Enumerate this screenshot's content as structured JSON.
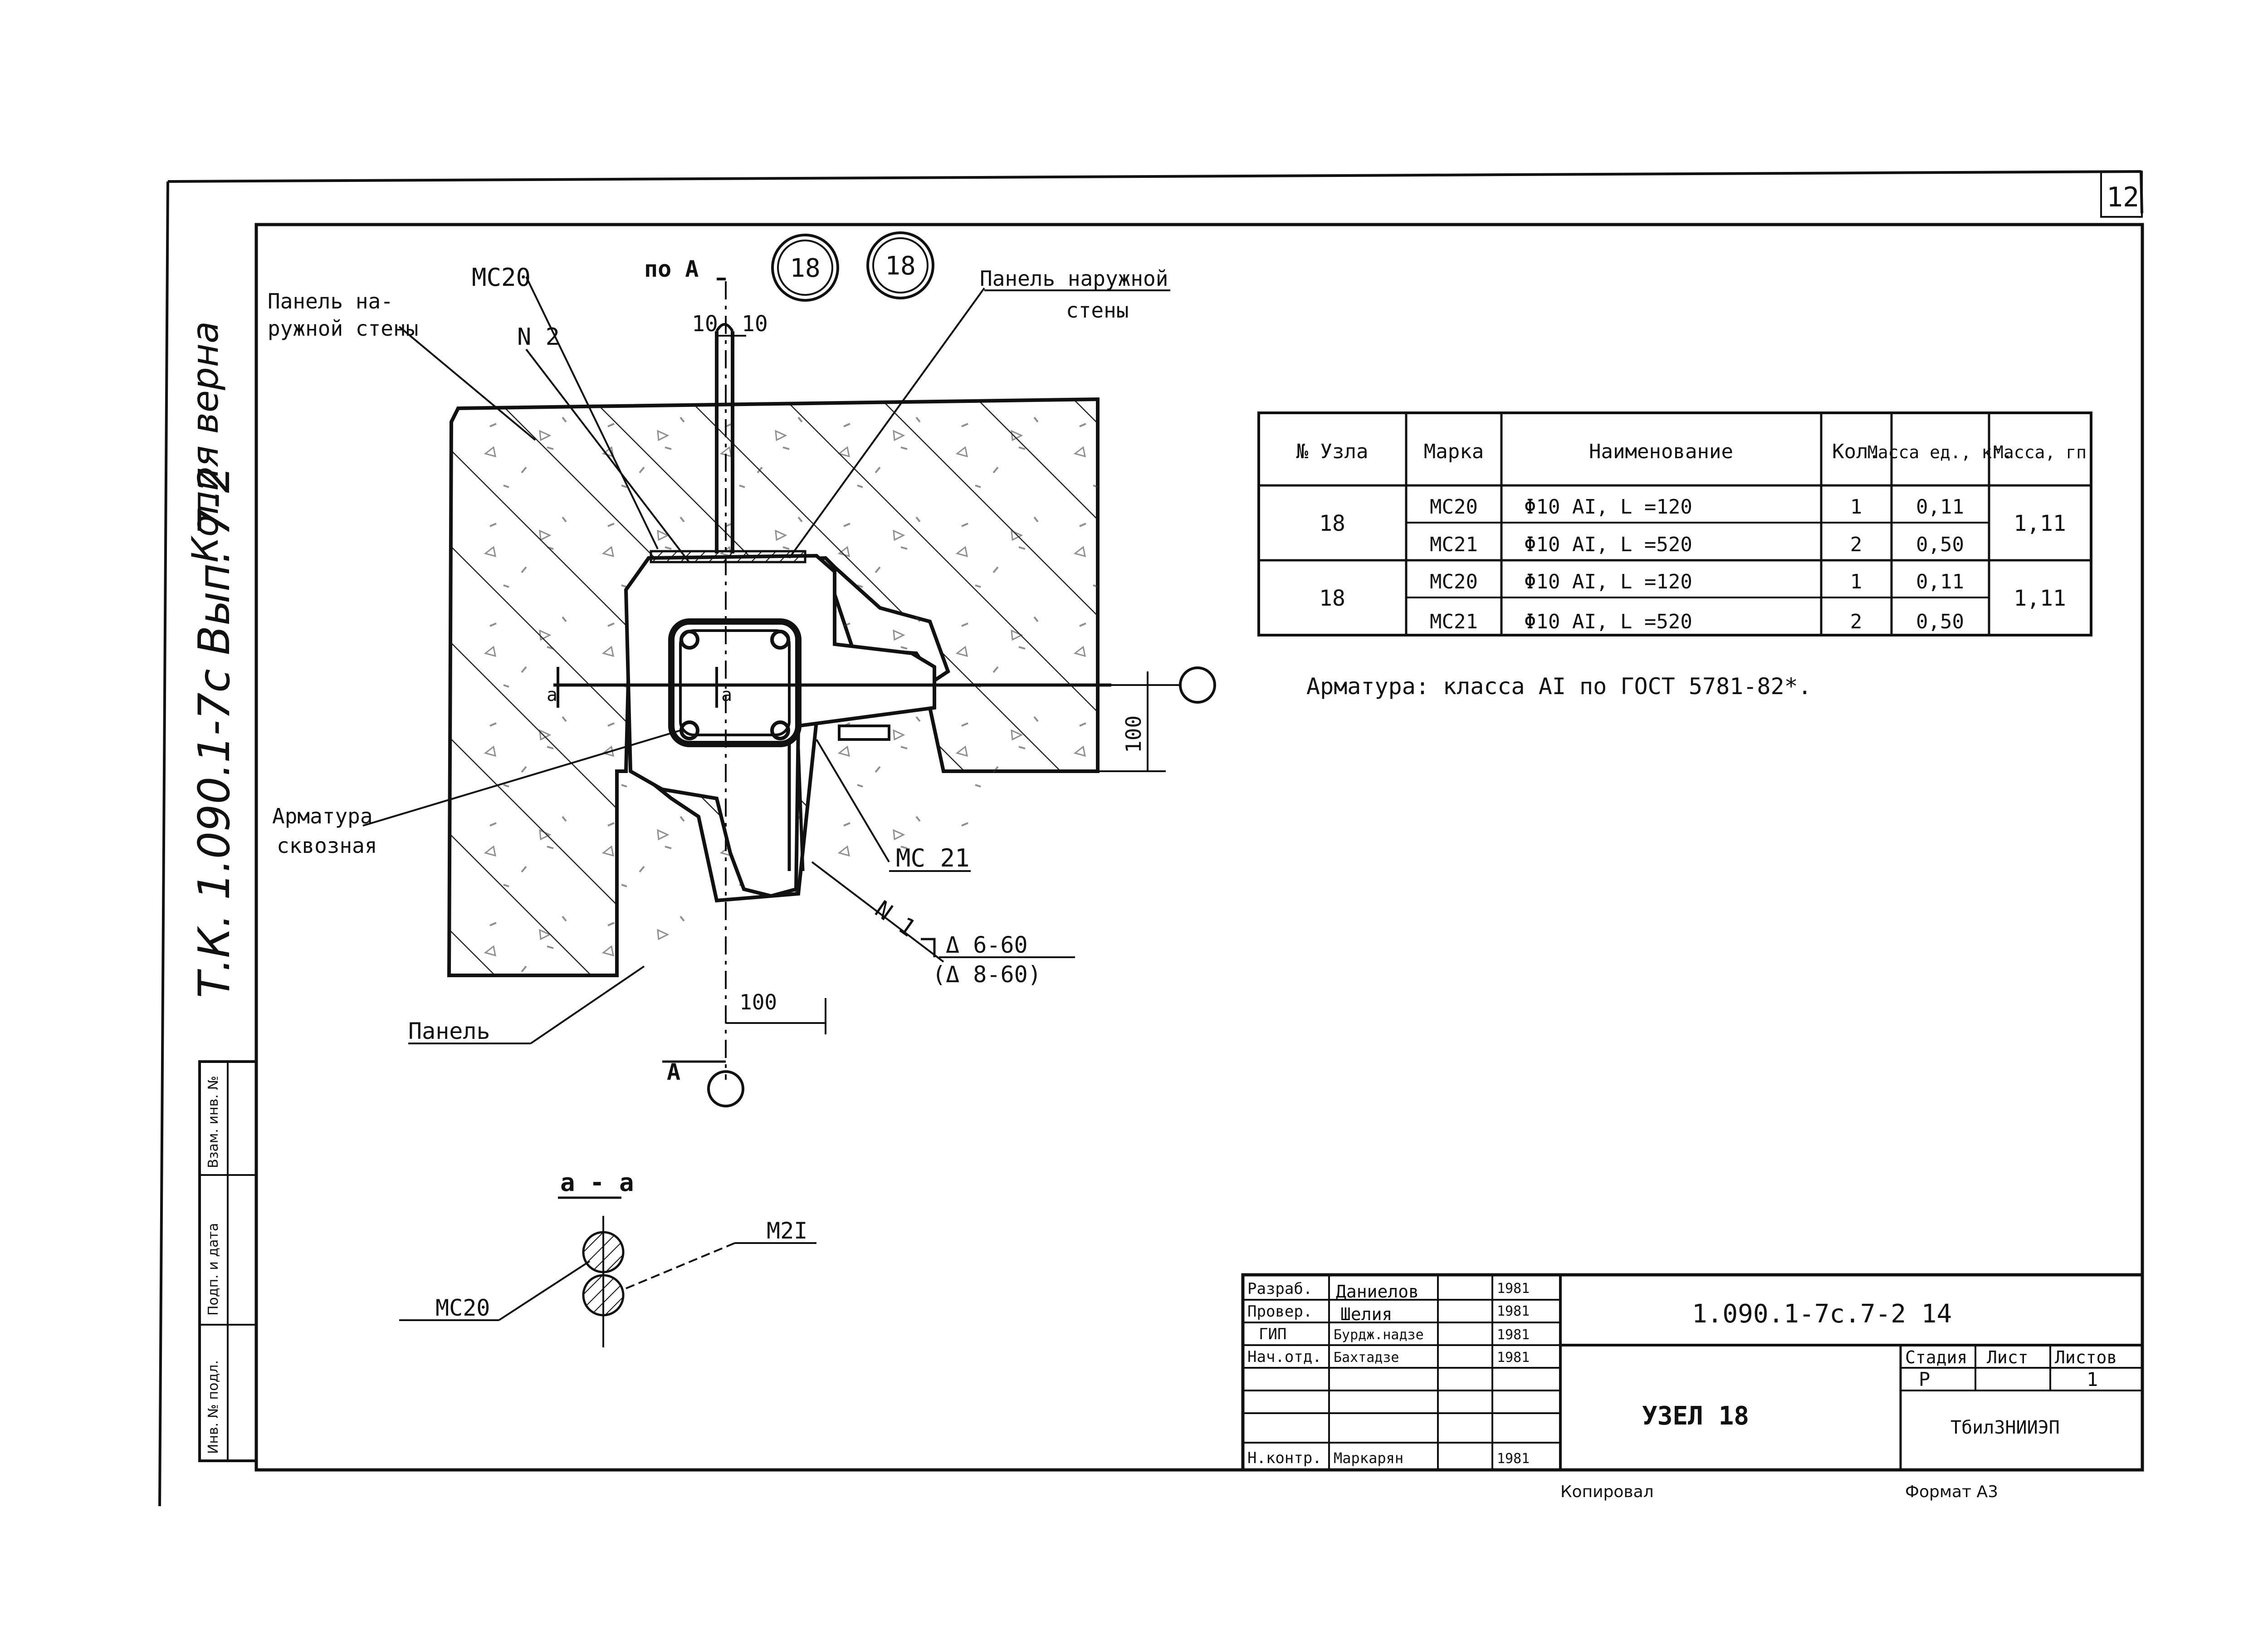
{
  "sheet_corner": "12",
  "side_stamp": {
    "copy_text": "Копия верна",
    "code_text": "Т.К. 1.090.1-7с Вып. 7-2"
  },
  "left_strip": {
    "cells": [
      "Взам. инв. №",
      "Подп. и дата",
      "Инв. № подл."
    ]
  },
  "callouts": {
    "node1": "18",
    "node2": "18",
    "cut_top": "по А",
    "cut_bottom": "А",
    "section_mark": "а",
    "dim_10a": "10",
    "dim_10b": "10",
    "dim_100_vertical": "100",
    "dim_100_horizontal": "100",
    "mc20": "МС20",
    "n2": "N 2",
    "n1": "N 1",
    "mc21": "МС 21",
    "outer_panel_left_1": "Панель на-",
    "outer_panel_left_2": "ружной стены",
    "outer_panel_right_1": "Панель наружной",
    "outer_panel_right_2": "стены",
    "rebar_through_1": "Арматура",
    "rebar_through_2": "сквозная",
    "panel": "Панель",
    "weld_1": "Δ 6-60",
    "weld_2": "(Δ 8-60)"
  },
  "section": {
    "title": "а - а",
    "mc20": "МС20",
    "m21": "М2I"
  },
  "spec_table": {
    "headers": [
      "№ Узла",
      "Марка",
      "Наименование",
      "Кол.",
      "Масса ед., кг.",
      "Масса, гп"
    ],
    "groups": [
      {
        "node": "18",
        "total": "1,11",
        "rows": [
          {
            "mark": "МС20",
            "name": "Φ10 AI, L =120",
            "qty": "1",
            "mass": "0,11"
          },
          {
            "mark": "МС21",
            "name": "Φ10 AI, L =520",
            "qty": "2",
            "mass": "0,50"
          }
        ]
      },
      {
        "node": "18",
        "total": "1,11",
        "rows": [
          {
            "mark": "МС20",
            "name": "Φ10 AI, L =120",
            "qty": "1",
            "mass": "0,11"
          },
          {
            "mark": "МС21",
            "name": "Φ10 AI, L =520",
            "qty": "2",
            "mass": "0,50"
          }
        ]
      }
    ]
  },
  "note": "Арматура: класса АI по ГОСТ 5781-82*.",
  "title_block": {
    "roles": [
      {
        "role": "Разраб.",
        "name": "Даниелов",
        "date": "1981"
      },
      {
        "role": "Провер.",
        "name": "Шелия",
        "date": "1981"
      },
      {
        "role": "ГИП",
        "name": "Бурдж.надзе",
        "date": "1981"
      },
      {
        "role": "Нач.отд.",
        "name": "Бахтадзе",
        "date": "1981"
      },
      {
        "role": "",
        "name": "",
        "date": ""
      },
      {
        "role": "",
        "name": "",
        "date": ""
      },
      {
        "role": "Н.контр.",
        "name": "Маркарян",
        "date": "1981"
      }
    ],
    "doc_code": "1.090.1-7с.7-2 14",
    "title": "УЗЕЛ 18",
    "stage_label": "Стадия",
    "sheet_label": "Лист",
    "sheets_label": "Листов",
    "stage": "Р",
    "sheet": "",
    "sheets": "1",
    "org": "ТбилЗНИИЭП"
  },
  "footer": {
    "copied": "Копировал",
    "format": "Формат А3"
  }
}
